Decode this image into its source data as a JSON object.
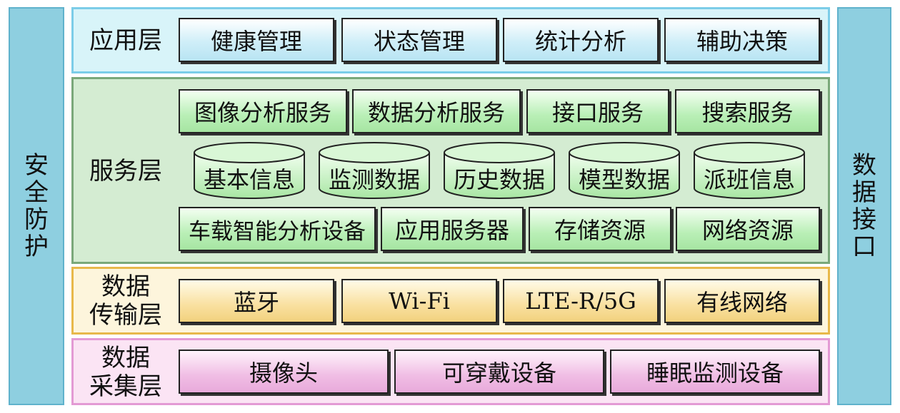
{
  "left_panel": {
    "label": "安全防护"
  },
  "right_panel": {
    "label": "数据接口"
  },
  "application_layer": {
    "label": "应用层",
    "items": [
      "健康管理",
      "状态管理",
      "统计分析",
      "辅助决策"
    ]
  },
  "service_layer": {
    "label": "服务层",
    "services": [
      "图像分析服务",
      "数据分析服务",
      "接口服务",
      "搜索服务"
    ],
    "databases": [
      "基本信息",
      "监测数据",
      "历史数据",
      "模型数据",
      "派班信息"
    ],
    "resources": [
      "车载智能分析设备",
      "应用服务器",
      "存储资源",
      "网络资源"
    ]
  },
  "transmission_layer": {
    "label_line1": "数据",
    "label_line2": "传输层",
    "items": [
      "蓝牙",
      "Wi-Fi",
      "LTE-R/5G",
      "有线网络"
    ]
  },
  "collection_layer": {
    "label_line1": "数据",
    "label_line2": "采集层",
    "items": [
      "摄像头",
      "可穿戴设备",
      "睡眠监测设备"
    ]
  },
  "colors": {
    "side_panel": "#8ecfe0",
    "application_bg": "#d8f4f9",
    "service_bg": "#d4ecd2",
    "transmission_bg": "#fdf5dc",
    "collection_bg": "#fbe4f4"
  }
}
